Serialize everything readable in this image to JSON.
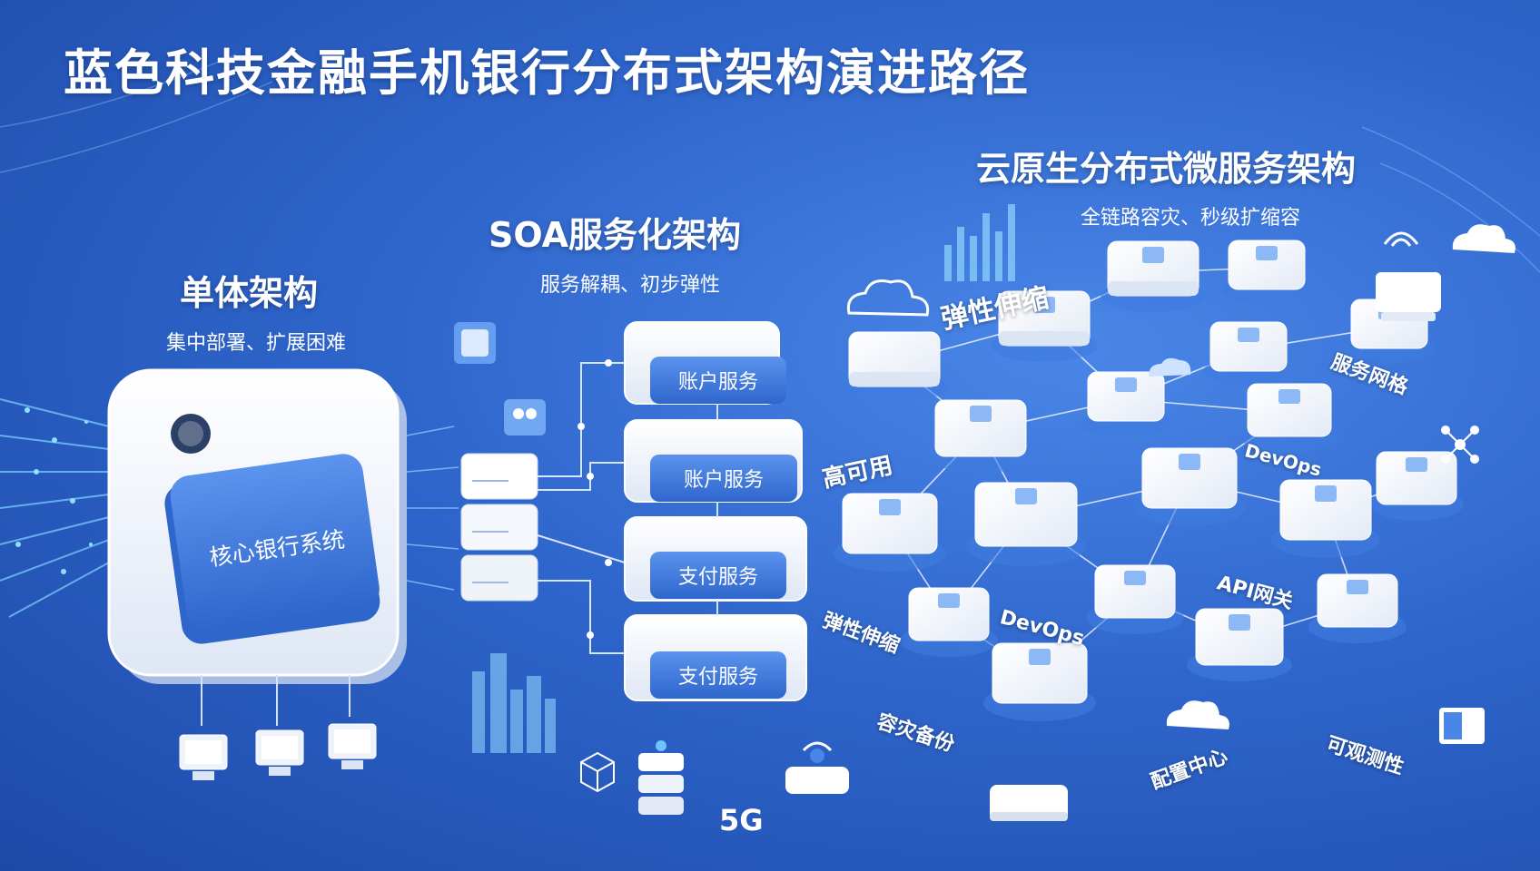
{
  "title": "蓝色科技金融手机银行分布式架构演进路径",
  "stages": [
    {
      "title": "单体架构",
      "subtitle": "集中部署、扩展困难",
      "core_label": "核心银行系统"
    },
    {
      "title": "SOA服务化架构",
      "subtitle": "服务解耦、初步弹性",
      "services": [
        "账户服务",
        "账户服务",
        "支付服务",
        "支付服务"
      ]
    },
    {
      "title": "云原生分布式微服务架构",
      "subtitle": "全链路容灾、秒级扩缩容"
    }
  ],
  "cloud_labels": [
    "弹性伸缩",
    "高可用",
    "弹性伸缩",
    "服务网格",
    "DevOps",
    "DevOps",
    "API网关",
    "容灾备份",
    "配置中心",
    "可观测性"
  ],
  "badge_5g": "5G",
  "colors": {
    "accent": "#3f7be0",
    "bg_dark": "#1d49a8",
    "card": "#f2f5fb"
  }
}
